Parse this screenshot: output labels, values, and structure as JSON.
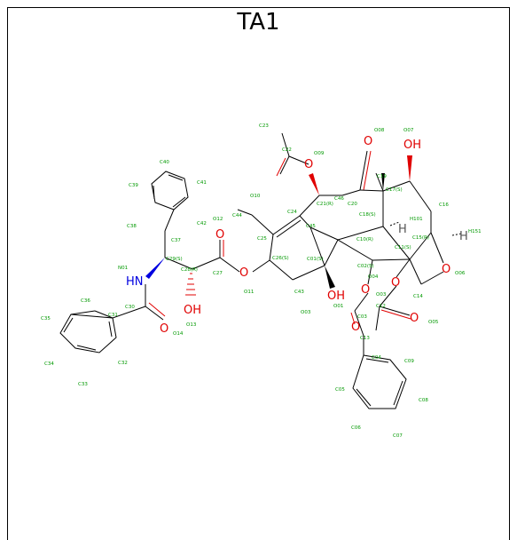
{
  "title": "TA1",
  "atoms_big": [
    {
      "id": "O08",
      "text": "O",
      "kind": "o"
    },
    {
      "id": "OH1",
      "text": "OH",
      "kind": "o"
    },
    {
      "id": "O09",
      "text": "O",
      "kind": "o"
    },
    {
      "id": "O12",
      "text": "O",
      "kind": "o"
    },
    {
      "id": "O11",
      "text": "O",
      "kind": "o"
    },
    {
      "id": "OH13",
      "text": "OH",
      "kind": "o"
    },
    {
      "id": "O14",
      "text": "O",
      "kind": "o"
    },
    {
      "id": "HN",
      "text": "HN",
      "kind": "n"
    },
    {
      "id": "OH01",
      "text": "OH",
      "kind": "o"
    },
    {
      "id": "O02",
      "text": "O",
      "kind": "o"
    },
    {
      "id": "O03",
      "text": "O",
      "kind": "o"
    },
    {
      "id": "O06",
      "text": "O",
      "kind": "o"
    },
    {
      "id": "O05",
      "text": "O",
      "kind": "o"
    },
    {
      "id": "O04",
      "text": "O",
      "kind": "o"
    },
    {
      "id": "H01",
      "text": "H",
      "kind": "h"
    },
    {
      "id": "H151",
      "text": "H",
      "kind": "h"
    }
  ],
  "labels": [
    "O08",
    "O07",
    "C23",
    "C22",
    "O09",
    "C19",
    "C17(S)",
    "C40",
    "C39",
    "C41",
    "O10",
    "C21(R)",
    "C20",
    "C16",
    "C44",
    "C24",
    "C46",
    "C18(S)",
    "H101",
    "C38",
    "C42",
    "O12",
    "C37",
    "C45",
    "C10(R)",
    "H151",
    "C25",
    "C11(S)",
    "C15(R)",
    "N01",
    "C29(S)",
    "C28(R)",
    "C27",
    "C26(S)",
    "C01(S)",
    "C02(S)",
    "O06",
    "O11",
    "C43",
    "O04",
    "O03",
    "C36",
    "C30",
    "O13",
    "C12",
    "C14",
    "C35",
    "C31",
    "O14",
    "O01",
    "C03",
    "O05",
    "O03",
    "C13",
    "C34",
    "C32",
    "C04",
    "C09",
    "C33",
    "C05",
    "C08",
    "C06",
    "C07"
  ]
}
